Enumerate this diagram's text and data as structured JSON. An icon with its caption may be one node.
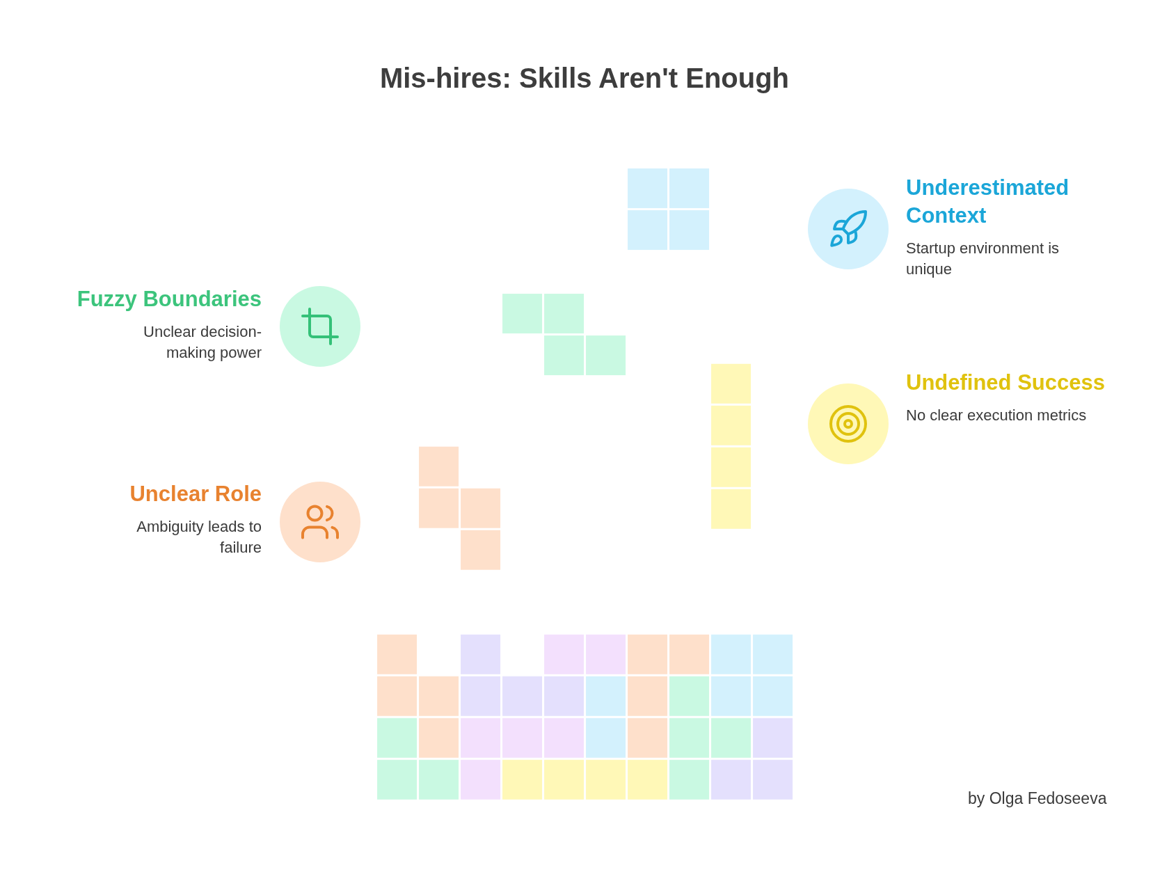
{
  "diagram": {
    "title": "Mis-hires: Skills Aren't Enough",
    "nodes": [
      {
        "text": [
          "Underestimated Context",
          "Startup environment is unique"
        ]
      },
      {
        "text": [
          "Fuzzy Boundaries",
          "Unclear decision-making power"
        ]
      },
      {
        "text": [
          "Undefined Success",
          "No clear execution metrics"
        ]
      },
      {
        "text": [
          "Unclear Role",
          "Ambiguity leads to failure"
        ]
      }
    ],
    "labels": [
      "by Olga Fedoseeva"
    ]
  }
}
